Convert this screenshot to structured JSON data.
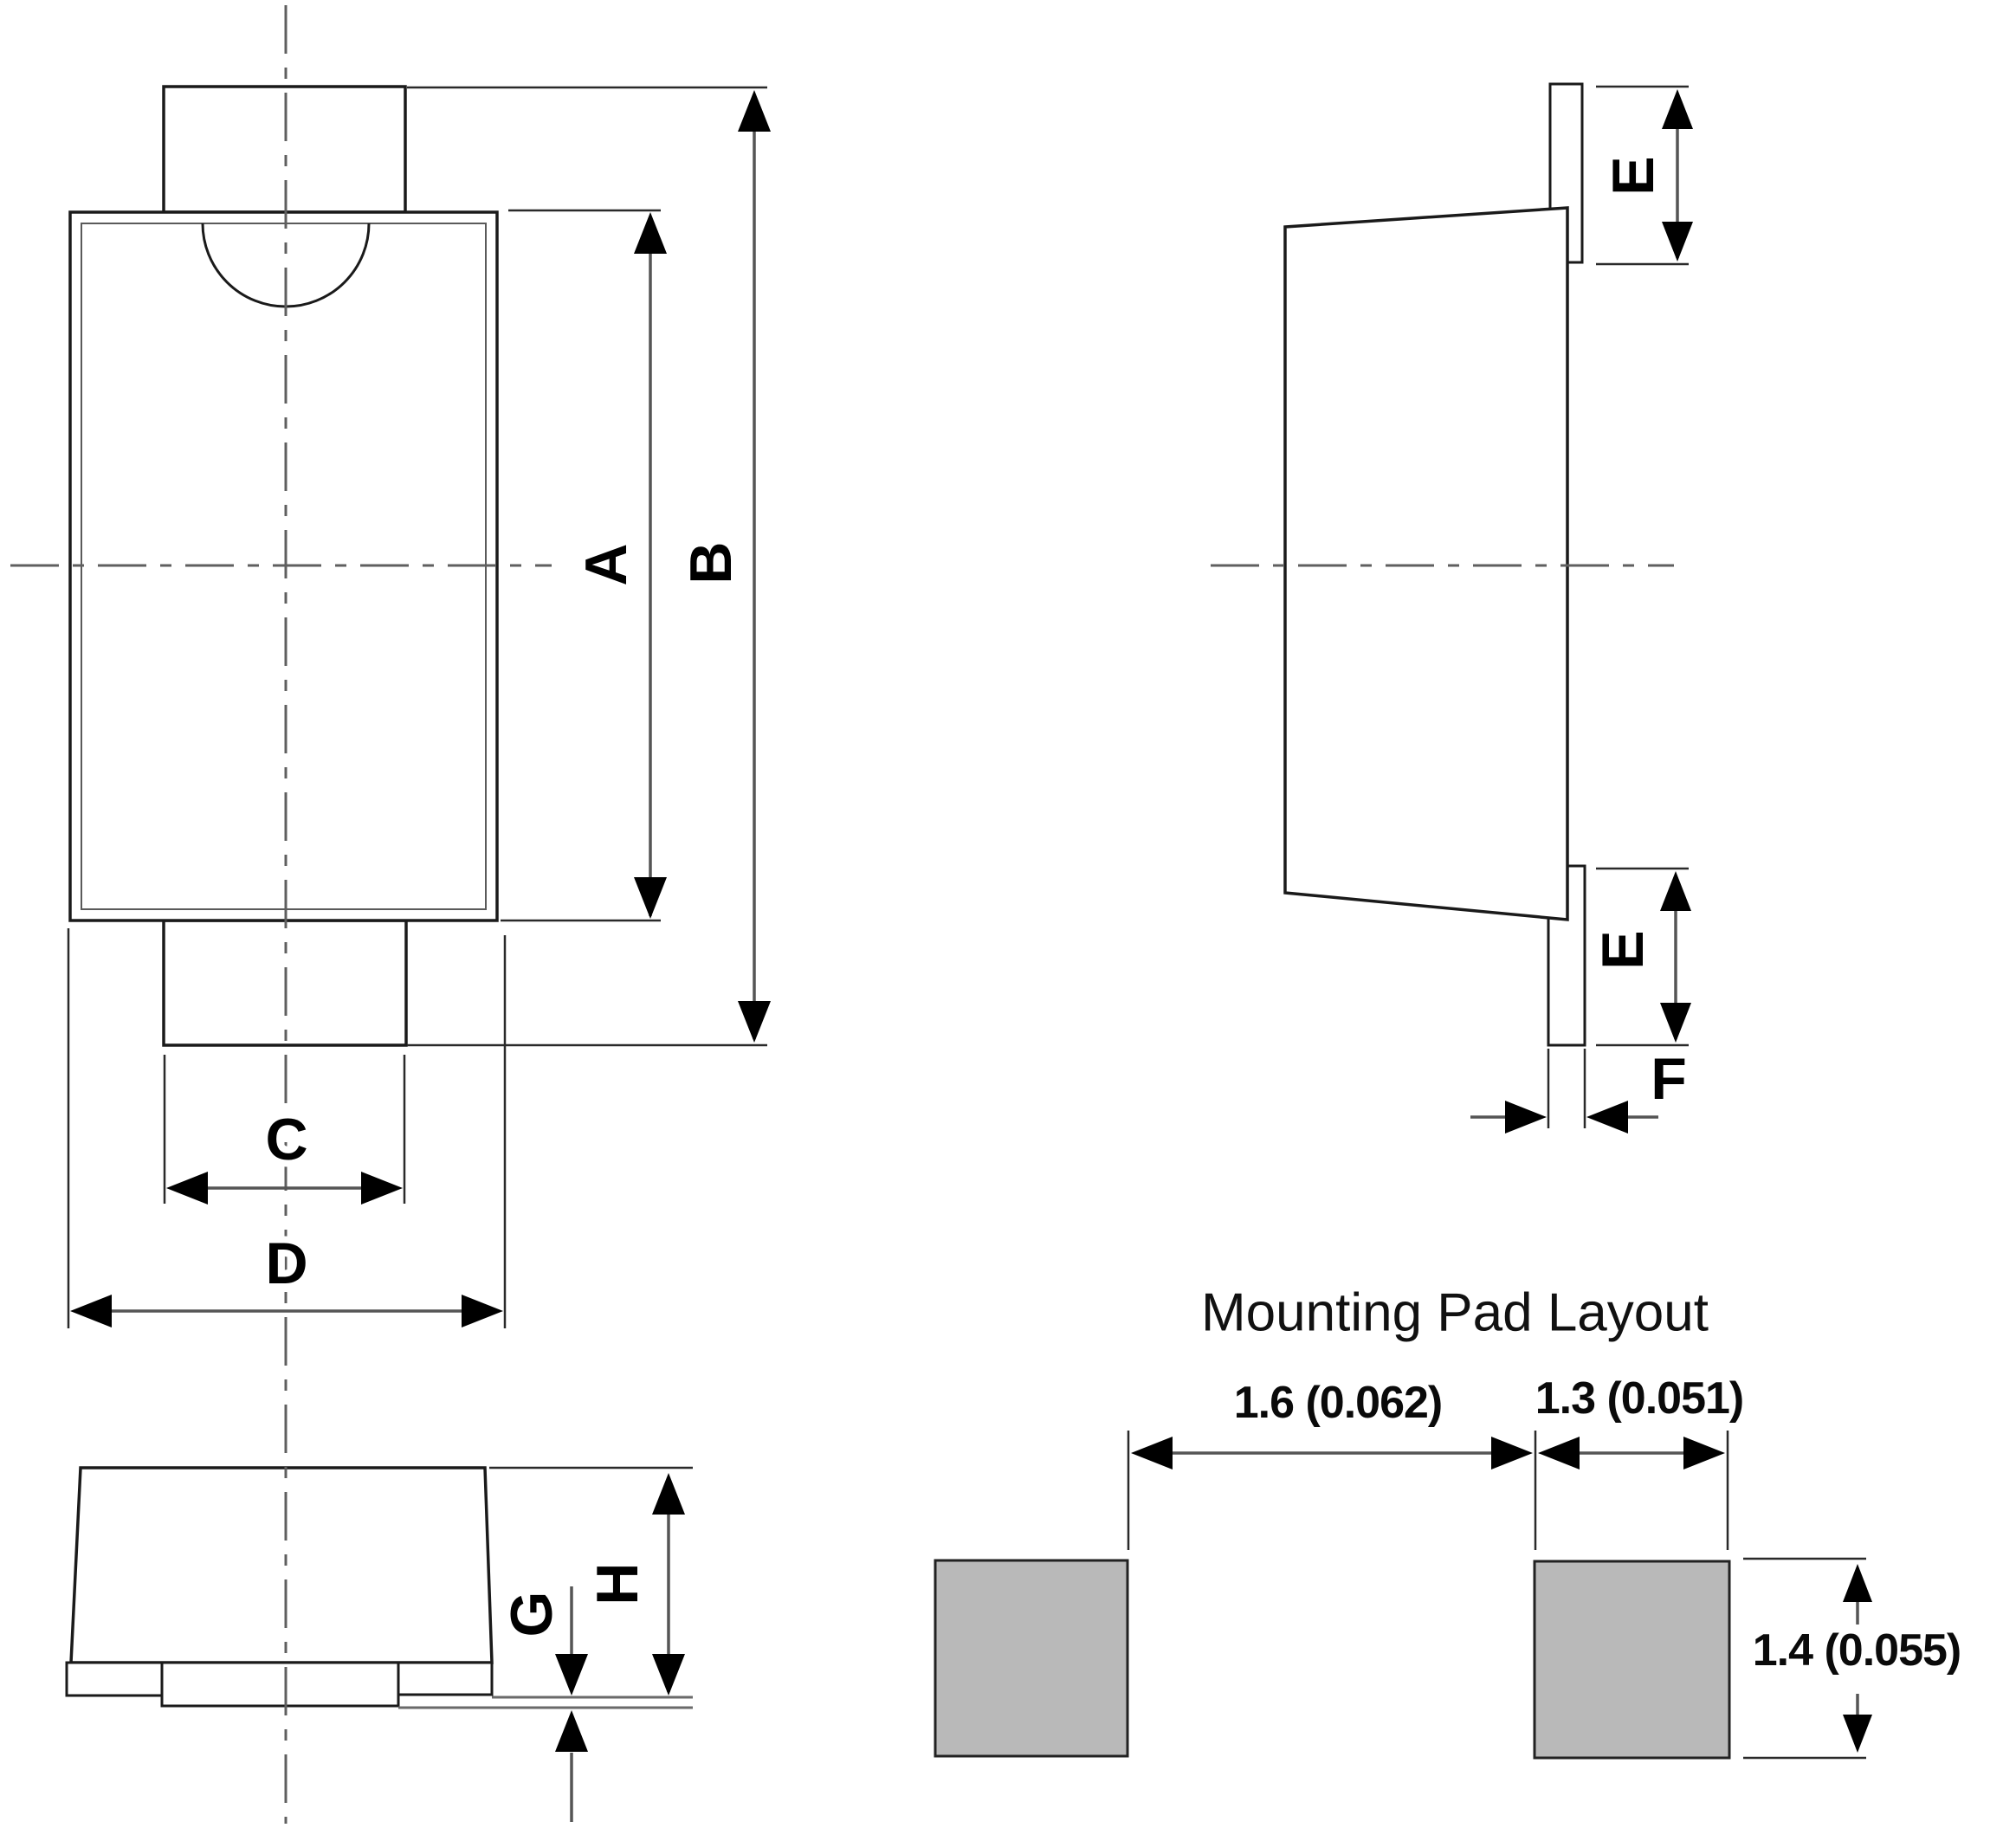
{
  "drawing": {
    "labels": {
      "a": "A",
      "b": "B",
      "c": "C",
      "d": "D",
      "e": "E",
      "f": "F",
      "g": "G",
      "h": "H"
    },
    "pad_layout": {
      "title": "Mounting Pad Layout",
      "pad_pitch_mm_in": "1.6 (0.062)",
      "pad_width_mm_in": "1.3 (0.051)",
      "pad_height_mm_in": "1.4 (0.055)"
    },
    "colors": {
      "line": "#1a1a1a",
      "dim_line": "#555555",
      "arrow": "#000000",
      "pad_fill": "#b9b9b9",
      "background": "#ffffff"
    }
  }
}
